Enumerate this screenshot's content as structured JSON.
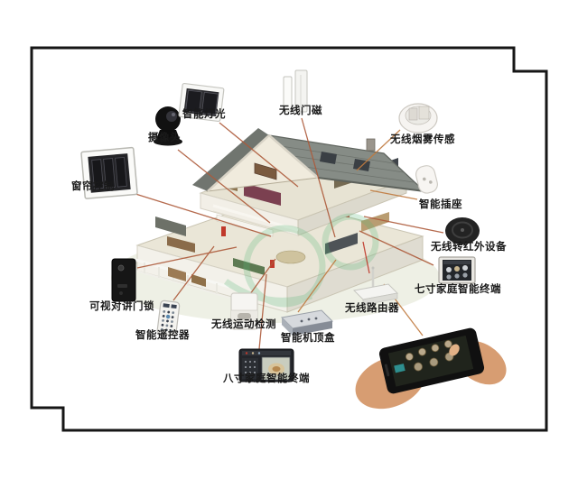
{
  "frame": {
    "color": "#161616"
  },
  "diagram": {
    "name": "smart-home-system-diagram",
    "connector_color": "#ad5a3a",
    "watermark_color": "#59b879",
    "labels": [
      {
        "id": "curtain-control",
        "text": "窗帘控制"
      },
      {
        "id": "camera",
        "text": "摄像头"
      },
      {
        "id": "smart-lighting",
        "text": "智能灯光"
      },
      {
        "id": "wireless-door-magnet",
        "text": "无线门磁"
      },
      {
        "id": "wireless-smoke-sensor",
        "text": "无线烟雾传感"
      },
      {
        "id": "smart-socket",
        "text": "智能插座"
      },
      {
        "id": "wireless-to-ir-device",
        "text": "无线转红外设备"
      },
      {
        "id": "seven-inch-home-terminal",
        "text": "七寸家庭智能终端"
      },
      {
        "id": "video-intercom-door-lock",
        "text": "可视对讲门锁"
      },
      {
        "id": "smart-remote-control",
        "text": "智能遥控器"
      },
      {
        "id": "wireless-motion-detection",
        "text": "无线运动检测"
      },
      {
        "id": "smart-set-top-box",
        "text": "智能机顶盒"
      },
      {
        "id": "wireless-router",
        "text": "无线路由器"
      },
      {
        "id": "eight-inch-home-terminal",
        "text": "八寸家庭智能终端"
      }
    ]
  }
}
